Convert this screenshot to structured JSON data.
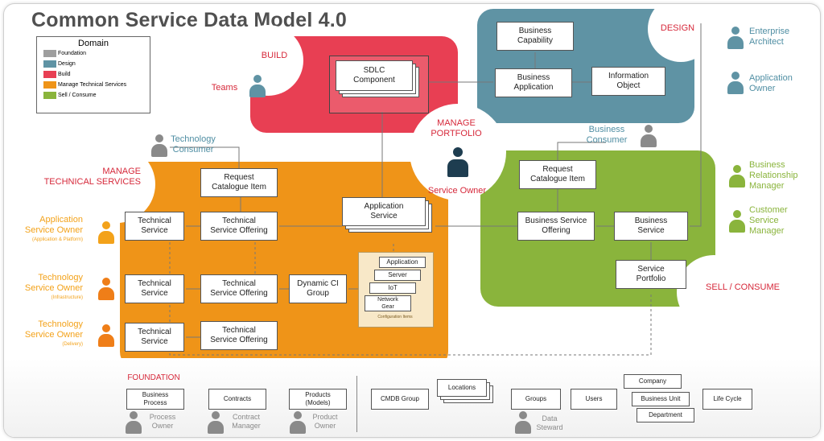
{
  "title": "Common Service Data Model 4.0",
  "legend": {
    "title": "Domain",
    "items": [
      {
        "label": "Foundation",
        "color": "#9e9e9e"
      },
      {
        "label": "Design",
        "color": "#5f93a4"
      },
      {
        "label": "Build",
        "color": "#e83f53"
      },
      {
        "label": "Manage Technical Services",
        "color": "#ef9418"
      },
      {
        "label": "Sell / Consume",
        "color": "#8ab43c"
      }
    ]
  },
  "colors": {
    "build": "#e83f53",
    "design": "#5f93a4",
    "manage": "#ef9418",
    "sell": "#8ab43c",
    "foundation": "#9e9e9e"
  },
  "regions": {
    "build": "BUILD",
    "design": "DESIGN",
    "manage_technical": "MANAGE\nTECHNICAL SERVICES",
    "manage_portfolio": "MANAGE\nPORTFOLIO",
    "sell_consume": "SELL / CONSUME",
    "foundation": "FOUNDATION"
  },
  "roles": {
    "teams": "Teams",
    "enterprise_architect": "Enterprise\nArchitect",
    "application_owner": "Application\nOwner",
    "technology_consumer": "Technology\nConsumer",
    "business_consumer": "Business\nConsumer",
    "service_owner": "Service Owner",
    "business_relationship_manager": "Business\nRelationship\nManager",
    "customer_service_manager": "Customer\nService\nManager",
    "app_service_owner": "Application\nService Owner",
    "app_service_owner_sub": "(Application & Platform)",
    "tech_service_owner_infra": "Technology\nService Owner",
    "tech_service_owner_infra_sub": "(Infrastructure)",
    "tech_service_owner_delivery": "Technology\nService Owner",
    "tech_service_owner_delivery_sub": "(Delivery)",
    "process_owner": "Process\nOwner",
    "contract_manager": "Contract\nManager",
    "product_owner": "Product\nOwner",
    "data_steward": "Data\nSteward"
  },
  "entities": {
    "sdlc_component": "SDLC\nComponent",
    "business_capability": "Business\nCapability",
    "business_application": "Business\nApplication",
    "information_object": "Information\nObject",
    "request_catalogue_item_left": "Request\nCatalogue Item",
    "request_catalogue_item_right": "Request\nCatalogue Item",
    "application_service": "Application\nService",
    "technical_service_1": "Technical\nService",
    "technical_service_2": "Technical\nService",
    "technical_service_3": "Technical\nService",
    "technical_service_offering_1": "Technical\nService Offering",
    "technical_service_offering_2": "Technical\nService Offering",
    "technical_service_offering_3": "Technical\nService Offering",
    "dynamic_ci_group": "Dynamic CI\nGroup",
    "ci_application": "Application",
    "ci_server": "Server",
    "ci_iot": "IoT",
    "ci_network_gear": "Network\nGear",
    "ci_configuration_items": "Configuration Items",
    "business_service_offering": "Business Service\nOffering",
    "business_service": "Business\nService",
    "service_portfolio": "Service\nPortfolio"
  },
  "foundation": {
    "business_process": "Business\nProcess",
    "contracts": "Contracts",
    "products_models": "Products\n(Models)",
    "cmdb_group": "CMDB Group",
    "locations": "Locations",
    "groups": "Groups",
    "users": "Users",
    "company": "Company",
    "business_unit": "Business Unit",
    "department": "Department",
    "life_cycle": "Life Cycle"
  }
}
